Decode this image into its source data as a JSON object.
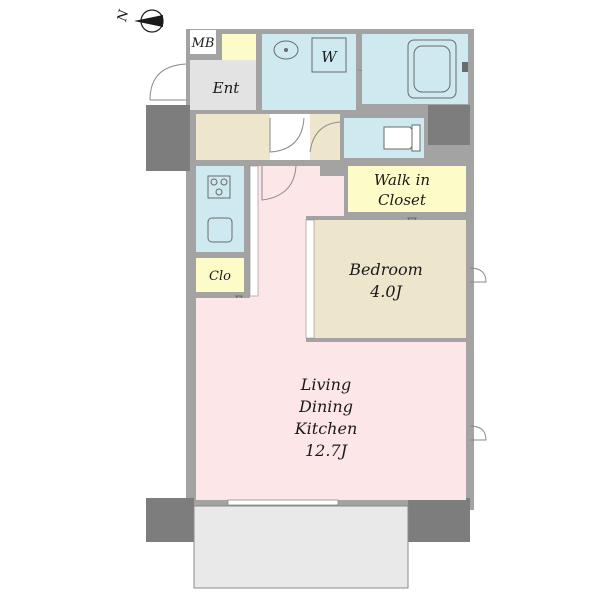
{
  "compass": {
    "label": "N"
  },
  "rooms": {
    "mb": {
      "label": "MB"
    },
    "entrance": {
      "label": "Ent"
    },
    "washroom": {
      "label": "W"
    },
    "walk_in_closet": {
      "line1": "Walk in",
      "line2": "Closet"
    },
    "bedroom": {
      "name": "Bedroom",
      "size": "4.0J"
    },
    "closet": {
      "label": "Clo"
    },
    "ldk": {
      "line1": "Living",
      "line2": "Dining",
      "line3": "Kitchen",
      "size": "12.7J"
    }
  },
  "colors": {
    "wall": "#a3a3a3",
    "wall_dark": "#7d7d7d",
    "wet_area": "#cfe9f1",
    "closet": "#fdfcc9",
    "hall": "#ede6cc",
    "entrance": "#e3e3e3",
    "bedroom": "#ede6cc",
    "ldk": "#fde6e8",
    "balcony": "#e9e9e9"
  }
}
